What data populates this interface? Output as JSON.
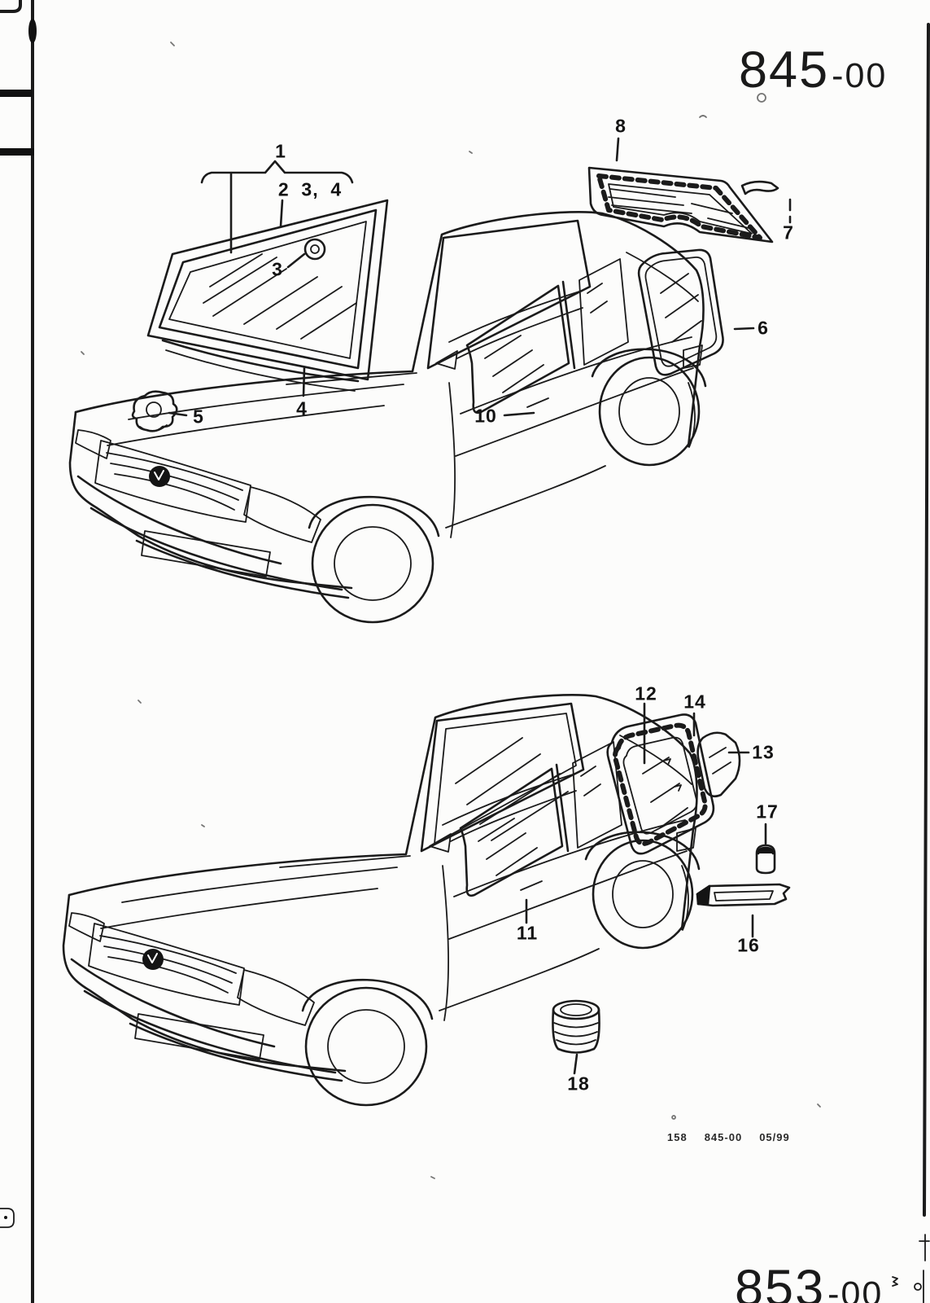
{
  "page": {
    "header_code": {
      "main": "845",
      "suffix": "-00"
    },
    "footer_code": {
      "main": "853",
      "suffix": "-00"
    },
    "footnote": {
      "sheet": "158",
      "group": "845-00",
      "date": "05/99"
    }
  },
  "top_diagram": {
    "callouts": {
      "c1": "1",
      "c234": "2  3,  4",
      "c3": "3",
      "c4": "4",
      "c5": "5",
      "c6": "6",
      "c7": "7",
      "c8": "8",
      "c10": "10"
    }
  },
  "bottom_diagram": {
    "callouts": {
      "c11": "11",
      "c12": "12",
      "c13": "13",
      "c14": "14",
      "c16": "16",
      "c17": "17",
      "c18": "18"
    }
  }
}
